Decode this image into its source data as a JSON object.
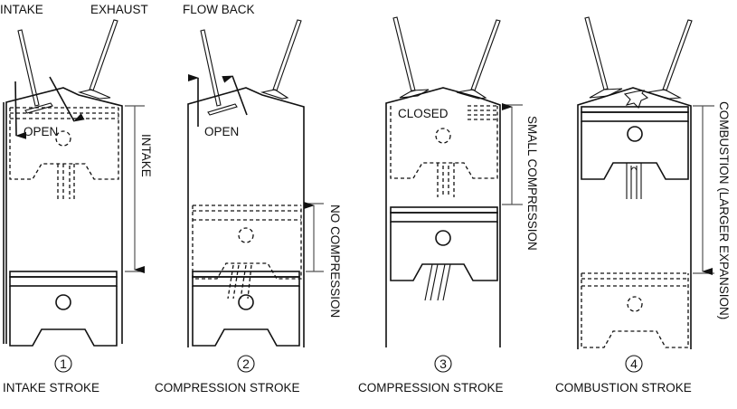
{
  "figure": {
    "top_labels": {
      "intake": "INTAKE",
      "exhaust": "EXHAUST",
      "flow_back": "FLOW BACK"
    },
    "panels": [
      {
        "number": "1",
        "caption": "INTAKE STROKE",
        "valve_label": "OPEN",
        "dimension_label": "INTAKE"
      },
      {
        "number": "2",
        "caption": "COMPRESSION STROKE",
        "valve_label": "OPEN",
        "dimension_label": "NO COMPRESSION"
      },
      {
        "number": "3",
        "caption": "COMPRESSION STROKE",
        "valve_label": "CLOSED",
        "dimension_label": "SMALL COMPRESSION"
      },
      {
        "number": "4",
        "caption": "COMBUSTION STROKE",
        "dimension_label": "COMBUSTION (LARGER EXPANSION)"
      }
    ]
  }
}
